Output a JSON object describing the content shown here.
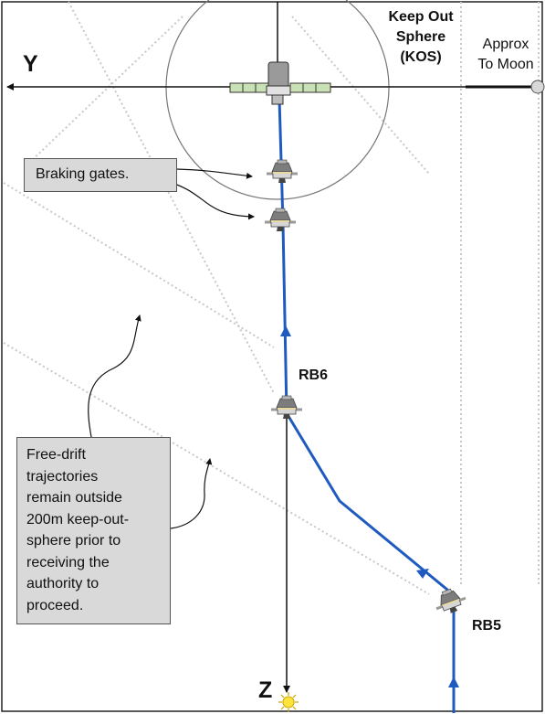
{
  "axes": {
    "y_label": "Y",
    "z_label": "Z"
  },
  "kos": {
    "lines": [
      "Keep Out",
      "Sphere",
      "(KOS)"
    ]
  },
  "moon": {
    "lines": [
      "Approx",
      "To Moon"
    ]
  },
  "waypoints": {
    "rb6": "RB6",
    "rb5": "RB5"
  },
  "callouts": {
    "braking": "Braking gates.",
    "free_drift": [
      "Free-drift",
      "trajectories",
      "remain outside",
      "200m keep-out-",
      "sphere prior to",
      "receiving the",
      "authority to",
      "proceed."
    ]
  },
  "colors": {
    "trajectory": "#1f5bbf",
    "callout_fill": "#d9d9d9",
    "dotted": "#c8c8c8",
    "sun": "#ffe33a"
  },
  "icons": [
    "spacecraft-icon",
    "sun-icon",
    "moon-icon",
    "gateway-station-icon"
  ]
}
